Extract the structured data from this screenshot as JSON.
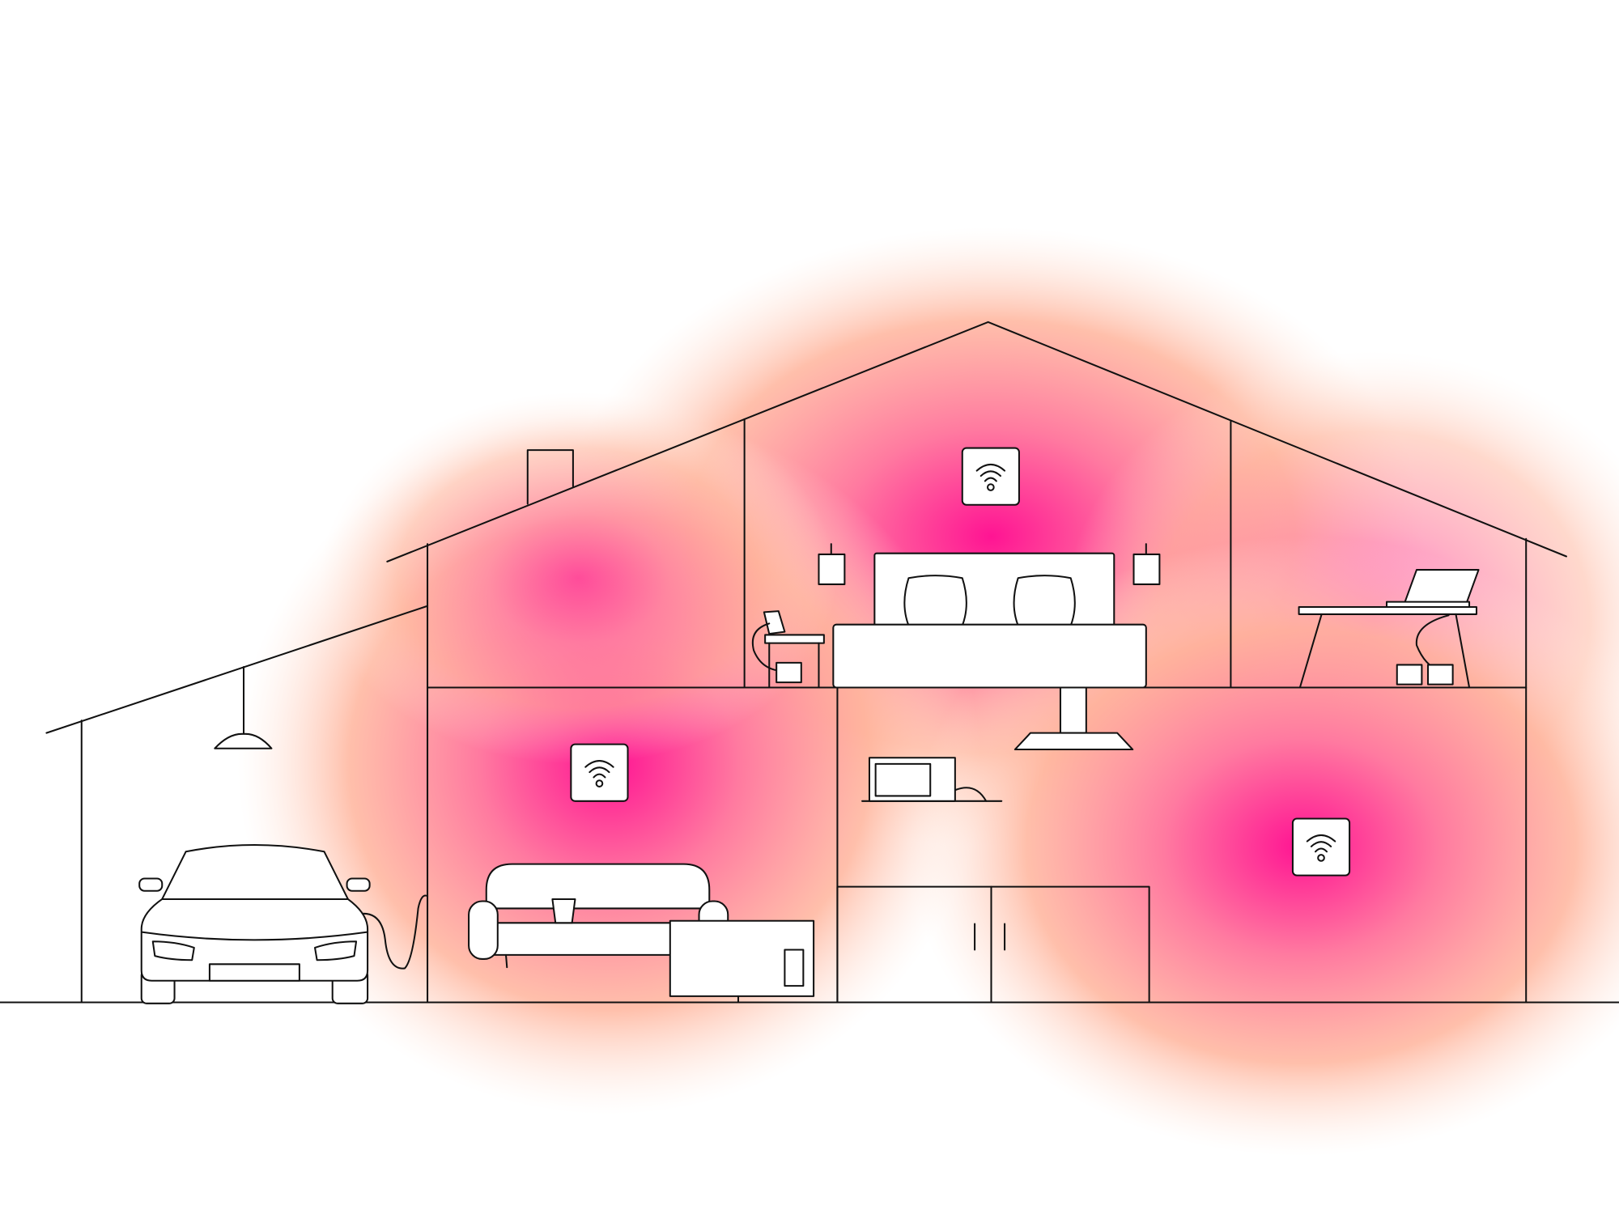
{
  "illustration": {
    "subject": "house-mesh-wifi-coverage",
    "access_points": [
      {
        "room": "attic-bedroom",
        "icon": "wifi-icon"
      },
      {
        "room": "living-room",
        "icon": "wifi-icon"
      },
      {
        "room": "kitchen",
        "icon": "wifi-icon"
      }
    ]
  },
  "colors": {
    "signal_strong": "#ff1493",
    "signal_mid": "#ff8fa0",
    "signal_weak": "#ffd2bd",
    "line": "#111111",
    "background": "#ffffff"
  }
}
